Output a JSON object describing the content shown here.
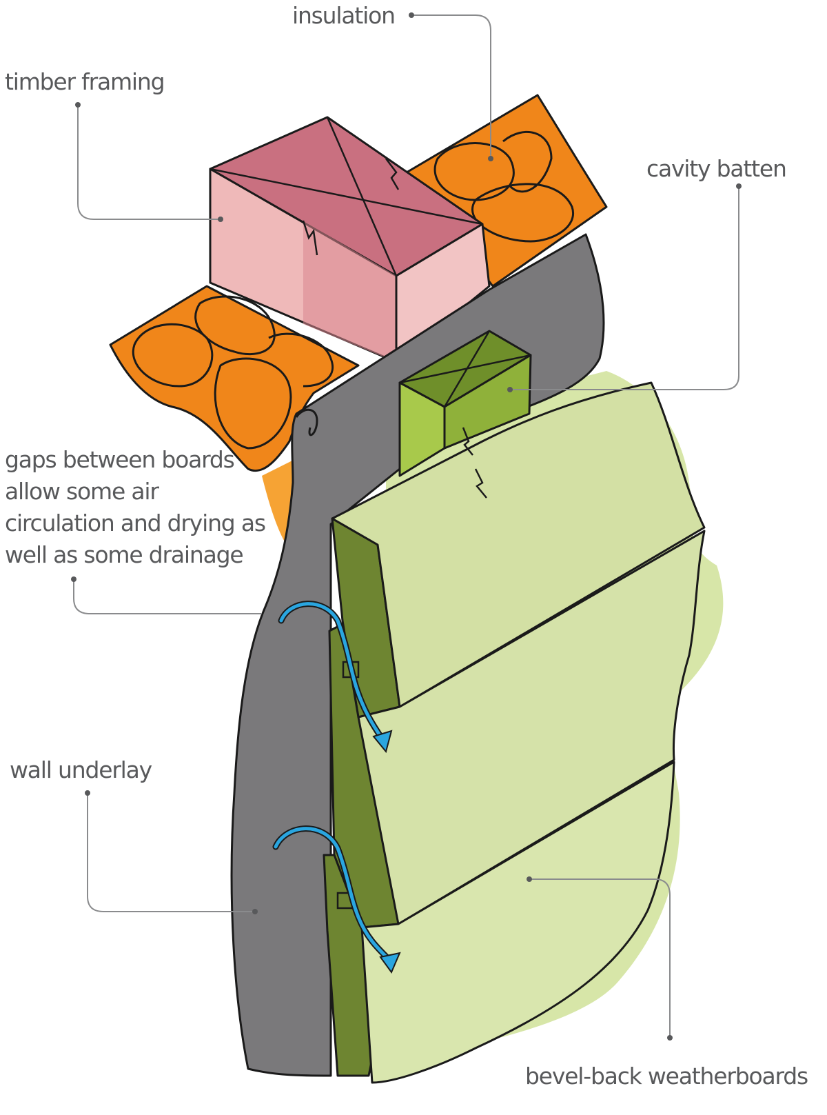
{
  "labels": {
    "insulation": "insulation",
    "timber_framing": "timber framing",
    "cavity_batten": "cavity batten",
    "gaps": [
      "gaps between boards",
      "allow some air",
      "circulation and drying as",
      "well as some drainage"
    ],
    "wall_underlay": "wall underlay",
    "weatherboards": "bevel-back weatherboards"
  },
  "colors": {
    "insulation": "#f0861a",
    "insulation_back": "#f6a334",
    "timber_top": "#c97080",
    "timber_side": "#efb9b9",
    "underlay": "#7a797b",
    "batten_top": "#6f8f2a",
    "batten_side": "#a8c94b",
    "board_face": "#d3e0a4",
    "board_edge": "#6e8531",
    "board_back": "#cfe09b",
    "air_arrow": "#2aa6e0",
    "leader": "#58595b",
    "outline": "#1a1a1a"
  }
}
